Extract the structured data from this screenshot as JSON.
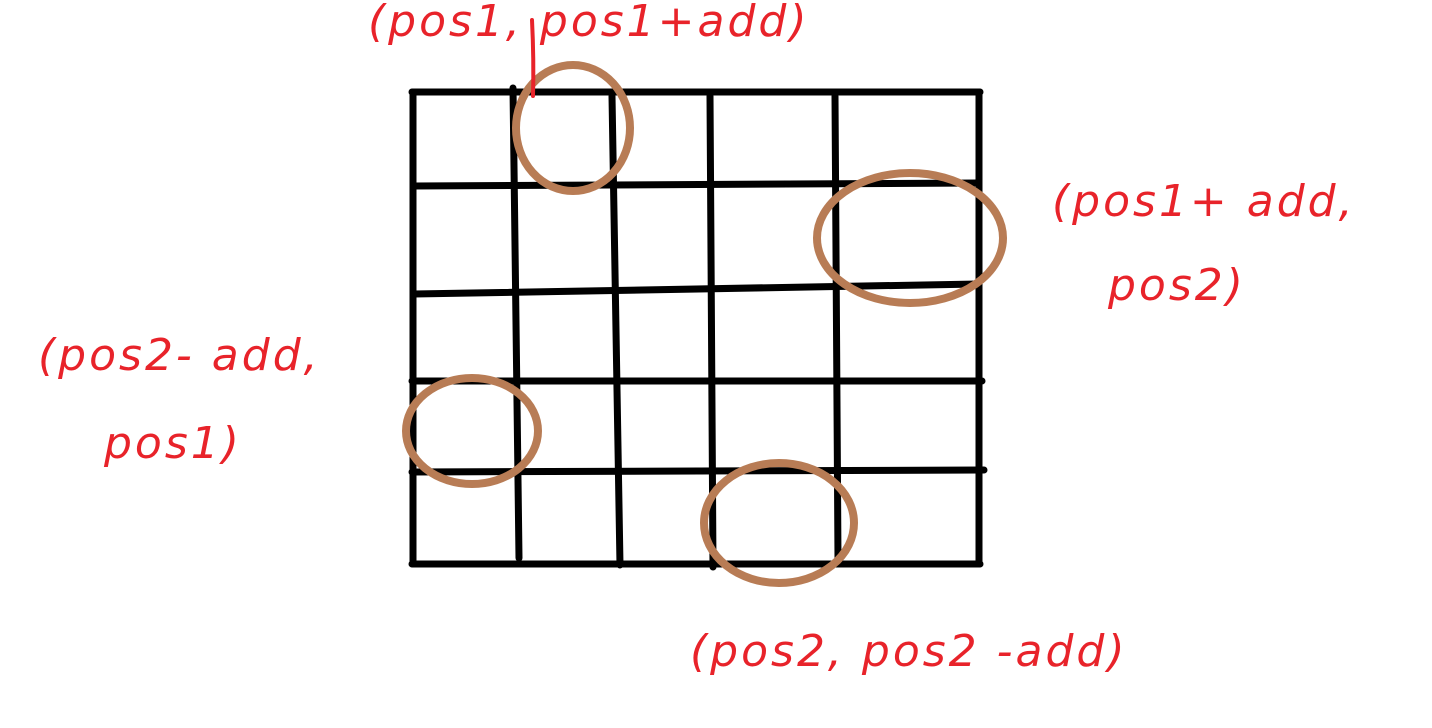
{
  "colors": {
    "grid": "#000000",
    "ring": "#b87c55",
    "annotation": "#e8232a",
    "background": "#ffffff"
  },
  "grid": {
    "rows": 5,
    "columns": 5
  },
  "annotations": {
    "top": {
      "line1": "(pos1, pos1+add)"
    },
    "right": {
      "line1": "(pos1+ add,",
      "line2": "pos2)"
    },
    "left": {
      "line1": "(pos2- add,",
      "line2": "pos1)"
    },
    "bottom": {
      "line1": "(pos2, pos2 -add)"
    }
  }
}
